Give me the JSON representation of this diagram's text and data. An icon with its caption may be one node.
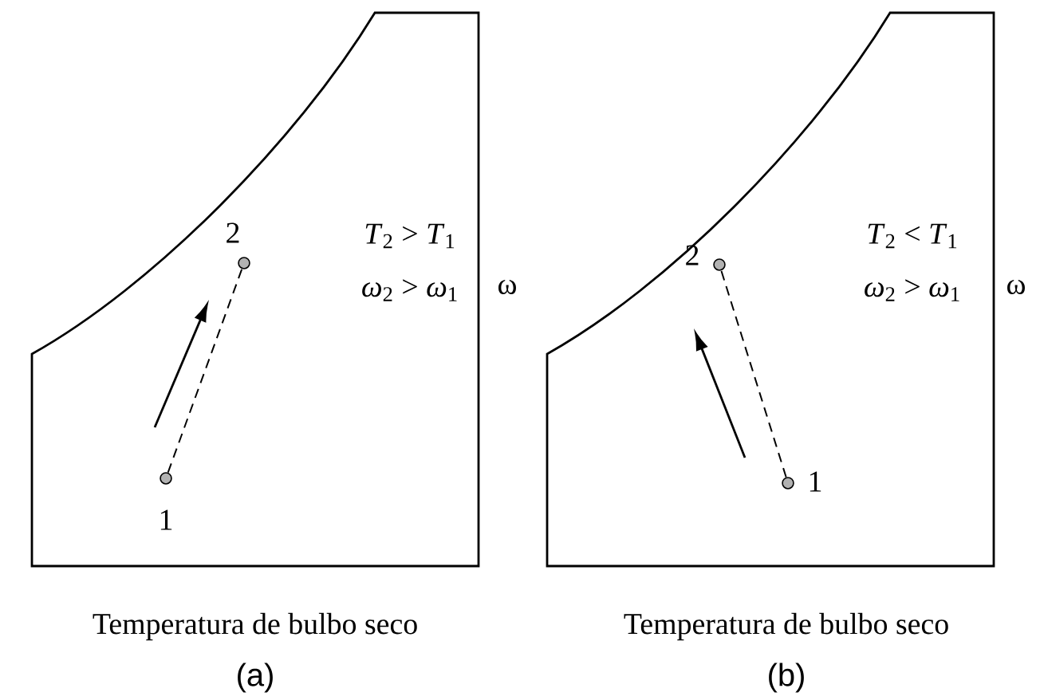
{
  "diagram": {
    "nodes": [
      {
        "text": [],
        "shape": "circle",
        "beside": [
          "1"
        ]
      },
      {
        "text": [],
        "shape": "circle",
        "beside": [
          "2"
        ]
      },
      {
        "text": [],
        "shape": "circle",
        "beside": [
          "1"
        ]
      },
      {
        "text": [],
        "shape": "circle",
        "beside": [
          "2"
        ]
      }
    ],
    "edges": [
      {
        "from": 0,
        "to": 1,
        "arrow": "none",
        "style": "dashed"
      },
      {
        "from": 2,
        "to": 3,
        "arrow": "none",
        "style": "dashed"
      }
    ],
    "labels": [
      "*T*$_{2}$ > *T*$_{1}$",
      "*ω*$_{2}$ > *ω*$_{1}$",
      "ω",
      "*T*$_{2}$ < *T*$_{1}$",
      "*ω*$_{2}$ > *ω*$_{1}$",
      "ω",
      "Temperatura de bulbo seco",
      "Temperatura de bulbo seco",
      "(a)",
      "(b)"
    ]
  }
}
